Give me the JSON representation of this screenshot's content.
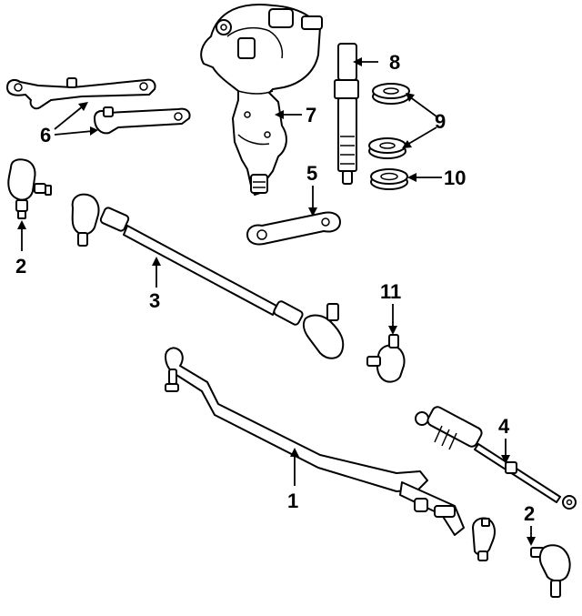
{
  "callouts": {
    "c1": "1",
    "c2a": "2",
    "c2b": "2",
    "c3": "3",
    "c4": "4",
    "c5": "5",
    "c6": "6",
    "c7": "7",
    "c8": "8",
    "c9": "9",
    "c10": "10",
    "c11": "11"
  }
}
